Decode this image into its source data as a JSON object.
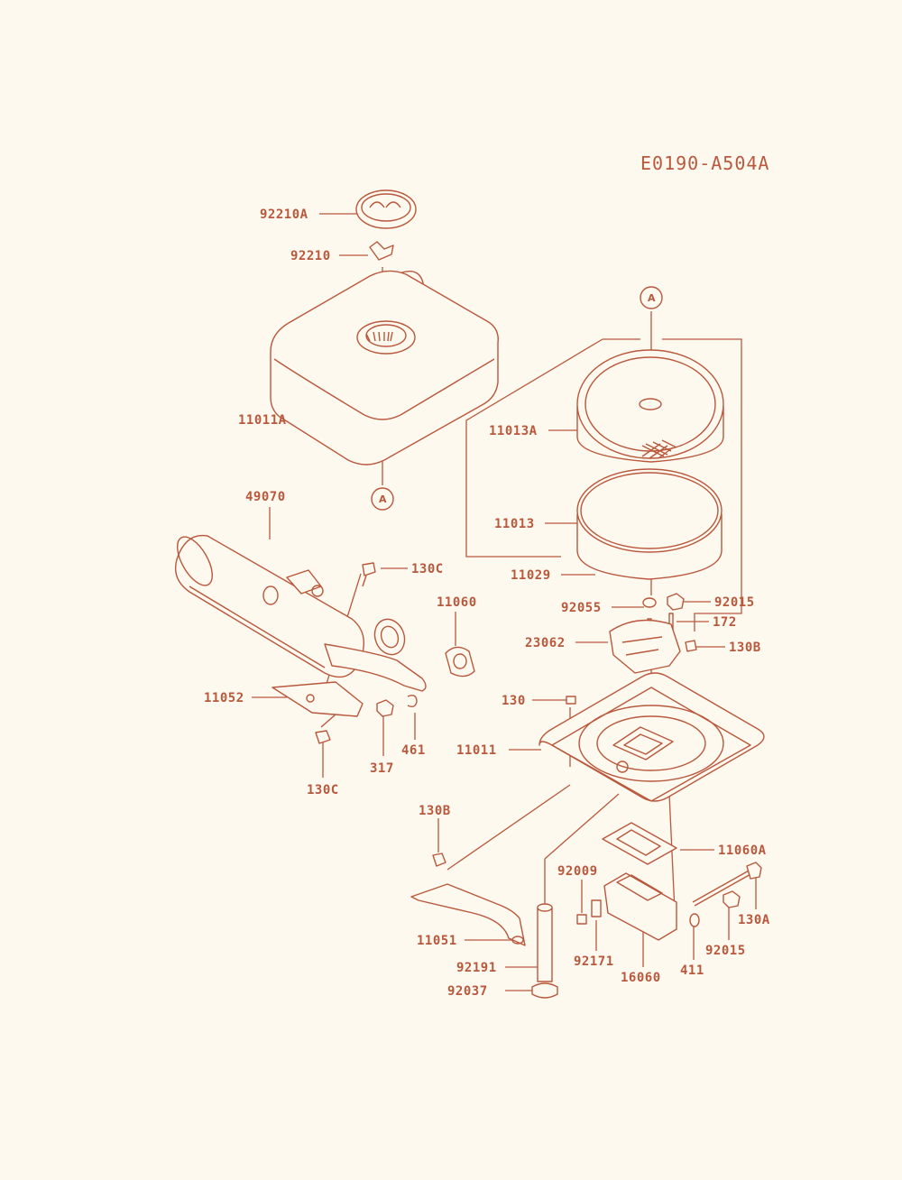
{
  "diagram_code": "E0190-A504A",
  "ref_marks": {
    "top": "A",
    "bottom": "A"
  },
  "labels": {
    "p92210A": "92210A",
    "p92210": "92210",
    "p11011A": "11011A",
    "p11013A": "11013A",
    "p49070": "49070",
    "p11013": "11013",
    "p130C_top": "130C",
    "p11060": "11060",
    "p11029": "11029",
    "p92055": "92055",
    "p92015_top": "92015",
    "p172": "172",
    "p23062": "23062",
    "p130B_right": "130B",
    "p11052": "11052",
    "p130": "130",
    "p461": "461",
    "p11011": "11011",
    "p317": "317",
    "p130C_bottom": "130C",
    "p130B_left": "130B",
    "p11060A": "11060A",
    "p92009": "92009",
    "p130A": "130A",
    "p11051": "11051",
    "p92171": "92171",
    "p92015_bottom": "92015",
    "p411": "411",
    "p16060": "16060",
    "p92191": "92191",
    "p92037": "92037"
  }
}
